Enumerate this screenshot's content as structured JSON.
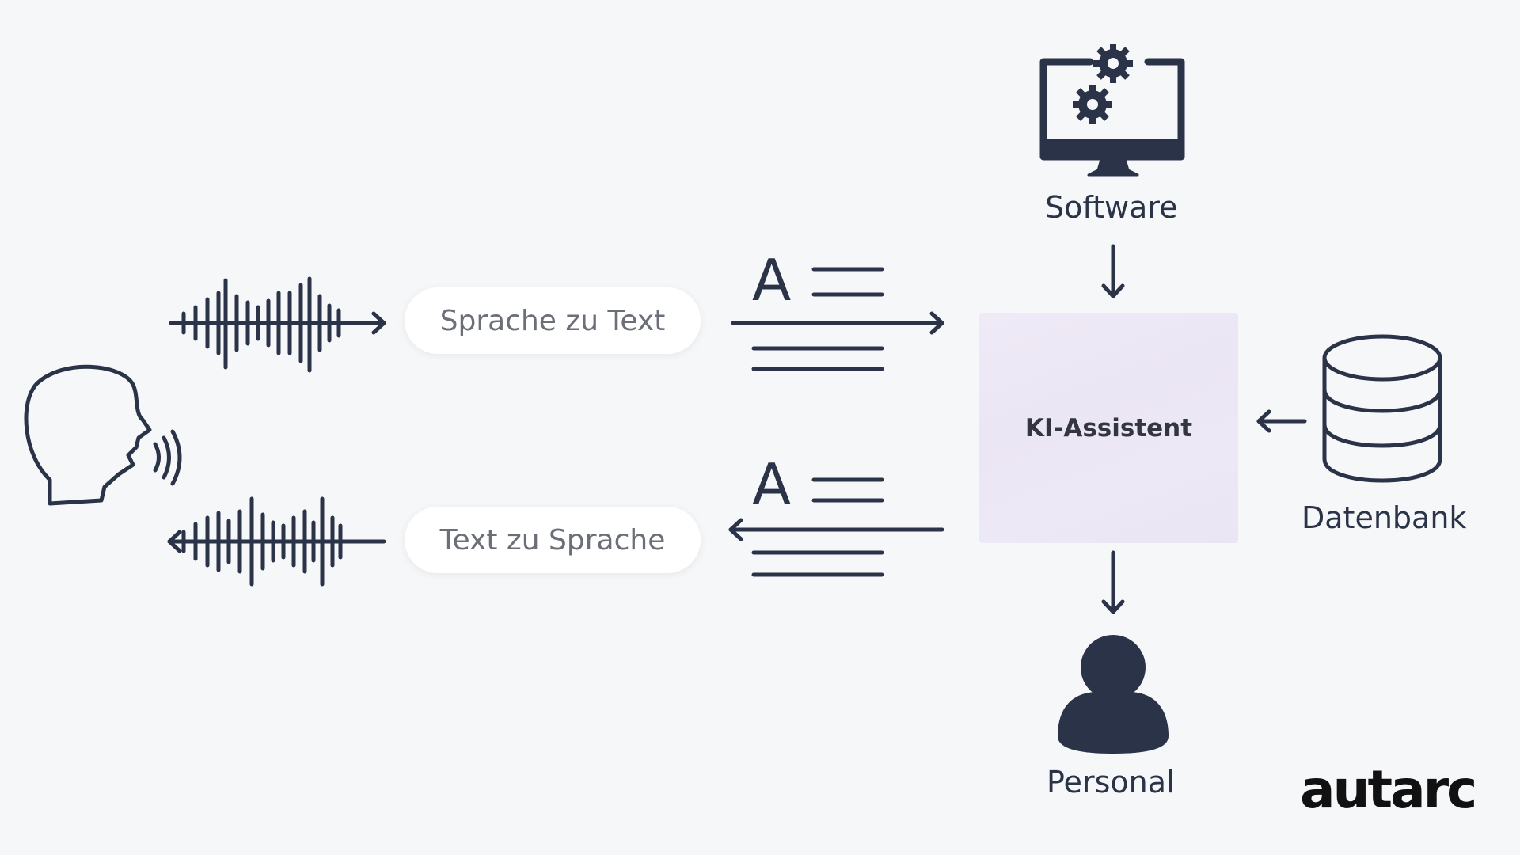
{
  "flow": {
    "speech_to_text": "Sprache zu Text",
    "text_to_speech": "Text zu Sprache"
  },
  "nodes": {
    "assistant": "KI-Assistent",
    "software": "Software",
    "database": "Datenbank",
    "staff": "Personal"
  },
  "text_glyph": "A",
  "brand": "autarc",
  "colors": {
    "ink": "#2b3348",
    "background": "#f6f7f9",
    "pill": "#ffffff",
    "assistant_box": "#ece7f5"
  },
  "icons": [
    "speaking-head-icon",
    "sound-wave-icon",
    "text-document-icon",
    "monitor-gears-icon",
    "database-icon",
    "person-icon",
    "arrow-right-icon",
    "arrow-left-icon",
    "arrow-down-icon"
  ]
}
